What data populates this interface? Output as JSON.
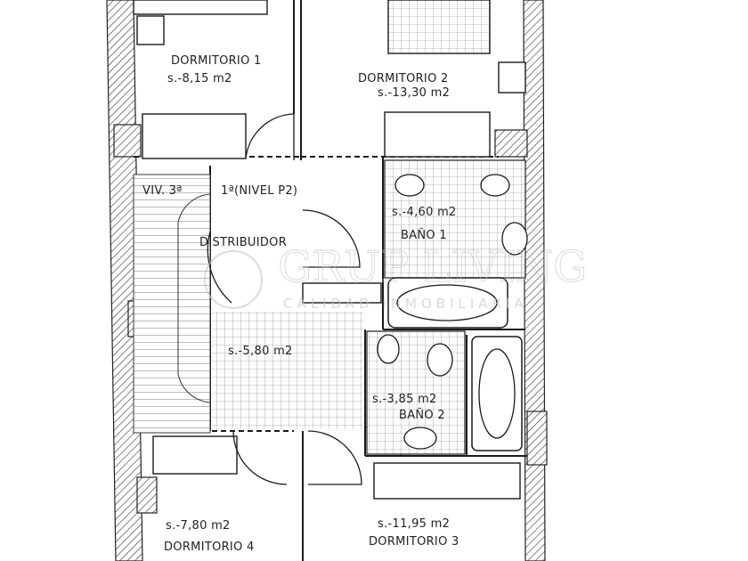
{
  "rooms": {
    "dormitorio1": {
      "name": "DORMITORIO 1",
      "area": "s.-8,15 m2"
    },
    "dormitorio2": {
      "name": "DORMITORIO 2",
      "area": "s.-13,30 m2"
    },
    "bano1": {
      "name": "BAÑO 1",
      "area": "s.-4,60 m2"
    },
    "distribuidor": {
      "name": "DISTRIBUIDOR",
      "area": "s.-5,80 m2"
    },
    "bano2": {
      "name": "BAÑO 2",
      "area": "s.-3,85 m2"
    },
    "dormitorio4": {
      "name": "DORMITORIO 4",
      "area": "s.-7,80 m2"
    },
    "dormitorio3": {
      "name": "DORMITORIO 3",
      "area": "s.-11,95 m2"
    }
  },
  "level_label": {
    "viv": "VIV. 3ª",
    "nivel": "1ª(NIVEL P2)"
  },
  "watermark": {
    "brand": "GRUP LIVING",
    "tagline": "CALIDAD INMOBILIARIA"
  },
  "colors": {
    "line": "#1a1a1a",
    "paper": "#ffffff",
    "watermark": "#bdbdbd"
  }
}
